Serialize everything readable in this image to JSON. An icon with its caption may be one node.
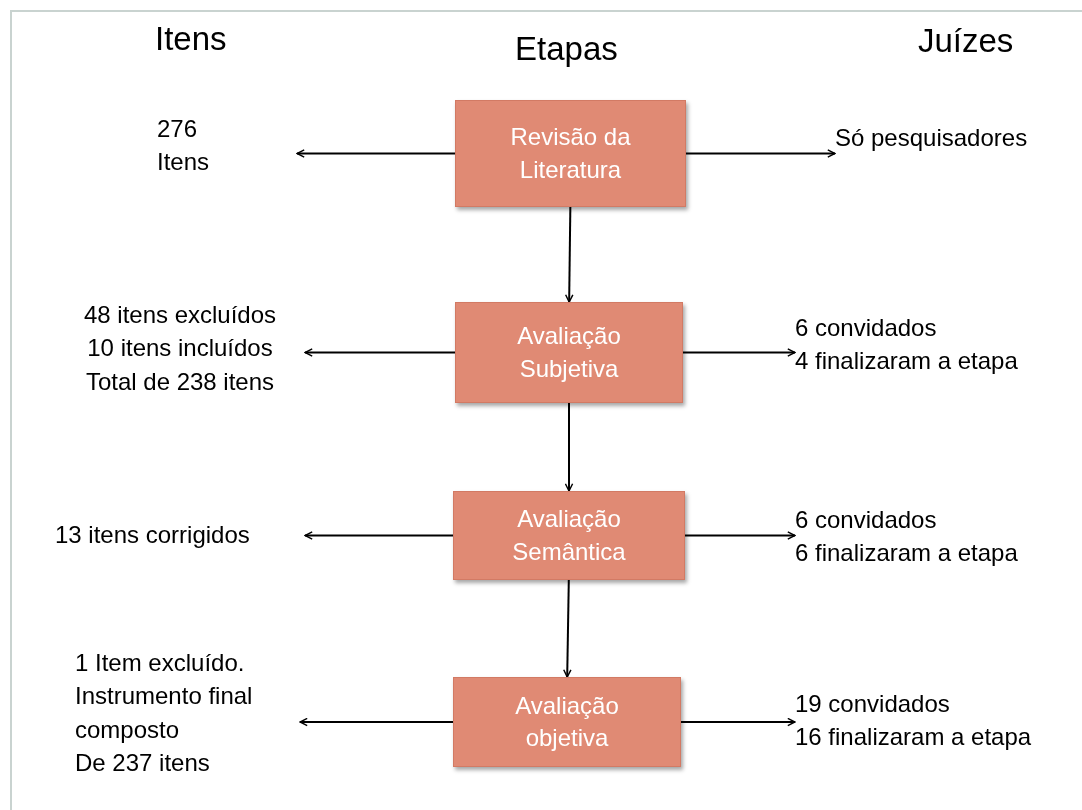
{
  "diagram": {
    "nodes": [
      {
        "text": [
          "Revisão da Literatura"
        ]
      },
      {
        "text": [
          "276 Itens"
        ]
      },
      {
        "text": [
          "Só pesquisadores"
        ]
      },
      {
        "text": [
          "Avaliação Subjetiva"
        ]
      },
      {
        "text": [
          "48 itens excluídos",
          "10 itens incluídos",
          "Total de 238 itens"
        ]
      },
      {
        "text": [
          "6 convidados",
          "4 finalizaram a etapa"
        ]
      },
      {
        "text": [
          "Avaliação Semântica"
        ]
      },
      {
        "text": [
          "13 itens corrigidos"
        ]
      },
      {
        "text": [
          "6 convidados",
          "6 finalizaram a etapa"
        ]
      },
      {
        "text": [
          "Avaliação objetiva"
        ]
      },
      {
        "text": [
          "1 Item excluído.",
          "Instrumento final composto",
          "De 237 itens"
        ]
      },
      {
        "text": [
          "19 convidados",
          "16 finalizaram a etapa"
        ]
      }
    ],
    "edges": [
      {
        "from": 0,
        "to": 1,
        "arrow": "to"
      },
      {
        "from": 0,
        "to": 2,
        "arrow": "to"
      },
      {
        "from": 0,
        "to": 3,
        "arrow": "to"
      },
      {
        "from": 3,
        "to": 4,
        "arrow": "to"
      },
      {
        "from": 3,
        "to": 5,
        "arrow": "to"
      },
      {
        "from": 3,
        "to": 6,
        "arrow": "to"
      },
      {
        "from": 6,
        "to": 7,
        "arrow": "to"
      },
      {
        "from": 6,
        "to": 8,
        "arrow": "to"
      },
      {
        "from": 6,
        "to": 9,
        "arrow": "to"
      },
      {
        "from": 9,
        "to": 10,
        "arrow": "to"
      },
      {
        "from": 9,
        "to": 11,
        "arrow": "to"
      }
    ],
    "labels": [
      "Itens",
      "Etapas",
      "Juízes"
    ]
  }
}
